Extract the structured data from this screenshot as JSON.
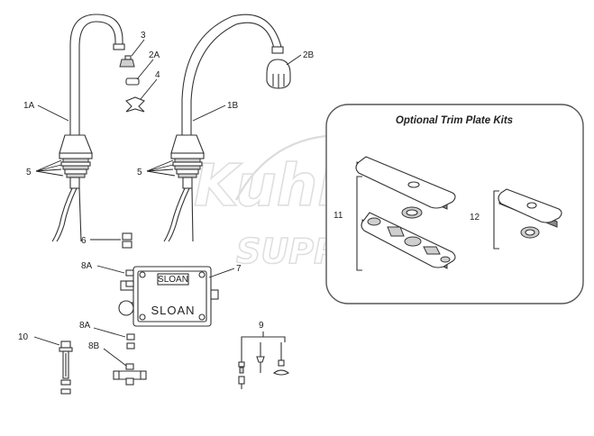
{
  "optional_kits": {
    "title": "Optional Trim Plate Kits"
  },
  "watermark": {
    "line1": "Kuhl",
    "line2": "SUPPLY"
  },
  "labels": {
    "l3": "3",
    "l2A": "2A",
    "l4": "4",
    "l2B": "2B",
    "l1A": "1A",
    "l1B": "1B",
    "l5a": "5",
    "l5b": "5",
    "l6": "6",
    "l8A_top": "8A",
    "l7": "7",
    "l8A_bot": "8A",
    "l8B": "8B",
    "l9": "9",
    "l10": "10",
    "l11": "11",
    "l12": "12"
  },
  "box_text": {
    "brand_small": "SLOAN",
    "brand_large": "SLOAN"
  }
}
